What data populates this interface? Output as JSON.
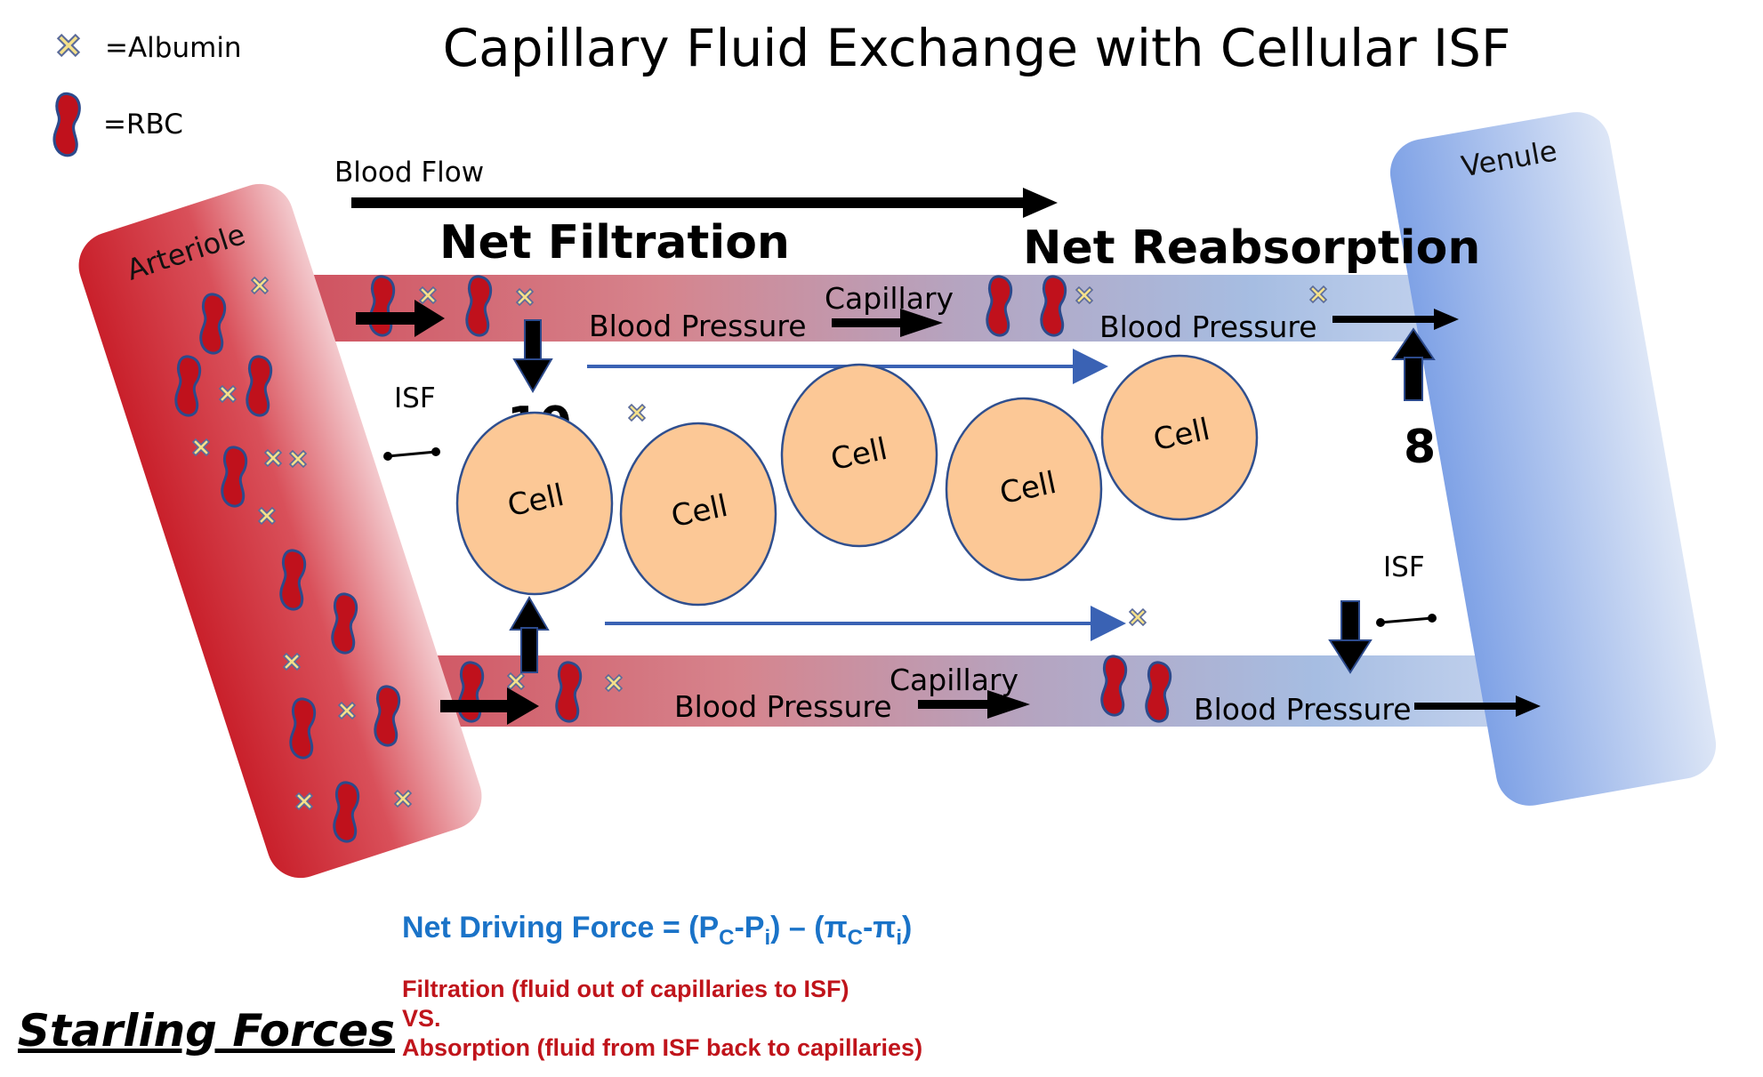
{
  "title": "Capillary Fluid Exchange with Cellular ISF",
  "legend": {
    "albumin_label": "=Albumin",
    "rbc_label": "=RBC"
  },
  "vessels": {
    "arteriole": "Arteriole",
    "venule": "Venule"
  },
  "blood_flow": "Blood Flow",
  "headings": {
    "net_filtration": "Net Filtration",
    "net_reabsorption": "Net Reabsorption"
  },
  "capillaries": {
    "top": {
      "blood_pressure_left": "Blood Pressure",
      "capillary": "Capillary",
      "blood_pressure_right": "Blood Pressure"
    },
    "bottom": {
      "blood_pressure_left": "Blood Pressure",
      "capillary": "Capillary",
      "blood_pressure_right": "Blood Pressure"
    }
  },
  "isf_left": "ISF",
  "isf_right": "ISF",
  "values": {
    "filtration": "10",
    "reabsorption": "8"
  },
  "cells": [
    "Cell",
    "Cell",
    "Cell",
    "Cell",
    "Cell"
  ],
  "formula": {
    "prefix": "Net Driving Force = (P",
    "sub_c1": "C",
    "mid1": "-P",
    "sub_i1": "i",
    "mid2": ") – (π",
    "sub_c2": "C",
    "mid3": "-π",
    "sub_i2": "i",
    "suffix": ")"
  },
  "notes": {
    "line1": "Filtration (fluid out of capillaries to ISF)",
    "line2": "VS.",
    "line3": "Absorption (fluid from ISF back to capillaries)"
  },
  "starling": "Starling Forces",
  "colors": {
    "arterial_red": "#d0242e",
    "venous_blue": "#8eaee8",
    "cell_fill": "#fcc896",
    "cell_stroke": "#2f4f8f",
    "albumin": "#f4e08a",
    "formula_blue": "#1a73c8",
    "note_red": "#c0141b"
  }
}
